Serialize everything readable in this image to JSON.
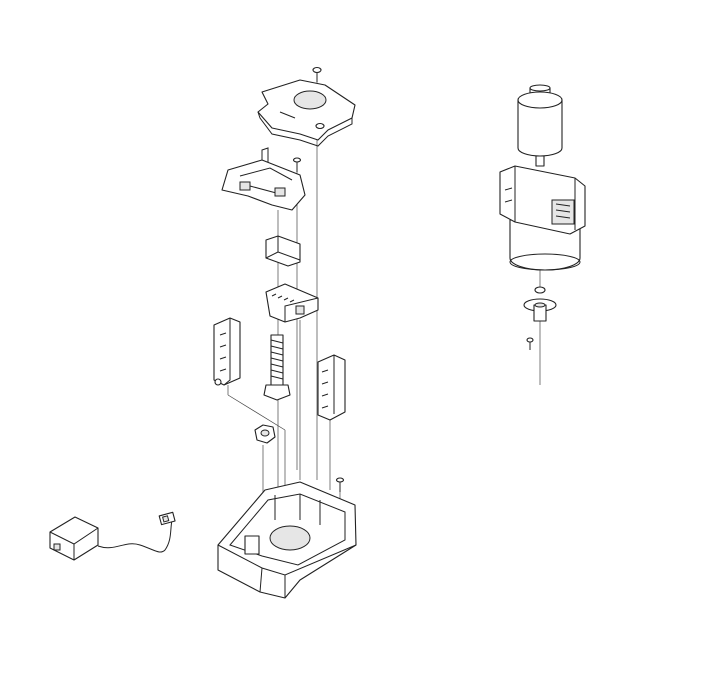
{
  "diagram": {
    "type": "exploded-parts-view",
    "colors": {
      "line": "#222222",
      "background": "#ffffff",
      "shade": "#e6e6e6"
    },
    "parts": [
      "top-plate",
      "top-screw",
      "upper-bracket",
      "bracket-screw",
      "clip",
      "guide-block",
      "threaded-rod",
      "left-rail",
      "right-rail",
      "nut",
      "base-housing",
      "base-screw",
      "sensor-box",
      "sensor-cable",
      "cable-connector",
      "motor",
      "motor-housing",
      "washer",
      "flange",
      "flange-screw"
    ]
  }
}
